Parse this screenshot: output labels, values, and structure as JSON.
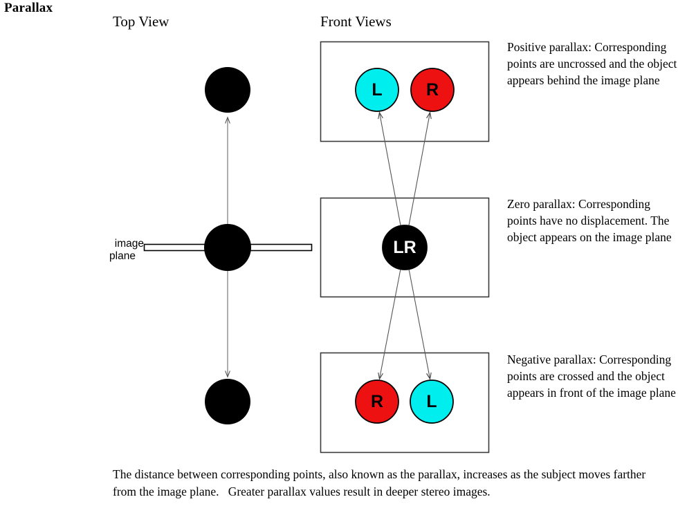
{
  "title": "Parallax",
  "headings": {
    "top_view": "Top View",
    "front_views": "Front Views"
  },
  "colors": {
    "left_eye_cyan": "#00eeee",
    "right_eye_red": "#ee1111",
    "object_black": "#000000",
    "outline": "#000000",
    "box_border": "#3a3a3a",
    "ray_line": "#555555",
    "background": "#ffffff"
  },
  "top_view": {
    "plane_label_line1": "image",
    "plane_label_line2": "plane",
    "objects": [
      {
        "name": "far-object",
        "note": "behind image plane"
      },
      {
        "name": "plane-object",
        "note": "on image plane"
      },
      {
        "name": "near-object",
        "note": "in front of image plane"
      }
    ]
  },
  "front_views": [
    {
      "id": "positive",
      "circles": [
        {
          "label": "L",
          "color": "#00eeee",
          "text_color": "#000000"
        },
        {
          "label": "R",
          "color": "#ee1111",
          "text_color": "#000000"
        }
      ]
    },
    {
      "id": "zero",
      "circles": [
        {
          "label": "LR",
          "color": "#000000",
          "text_color": "#ffffff"
        }
      ]
    },
    {
      "id": "negative",
      "circles": [
        {
          "label": "R",
          "color": "#ee1111",
          "text_color": "#000000"
        },
        {
          "label": "L",
          "color": "#00eeee",
          "text_color": "#000000"
        }
      ]
    }
  ],
  "notes": {
    "positive": "Positive parallax: Corresponding points are uncrossed and the object appears behind the image plane",
    "zero": "Zero parallax: Corresponding points have no displacement. The object appears on the image plane",
    "negative": "Negative parallax: Corresponding points are crossed and the object appears in front of the image plane"
  },
  "caption": {
    "line1": "The distance between corresponding points, also known as the parallax, increases as the subject",
    "line2a": "moves farther from the image plane.",
    "line2b": "Greater parallax values result in deeper stereo images."
  }
}
